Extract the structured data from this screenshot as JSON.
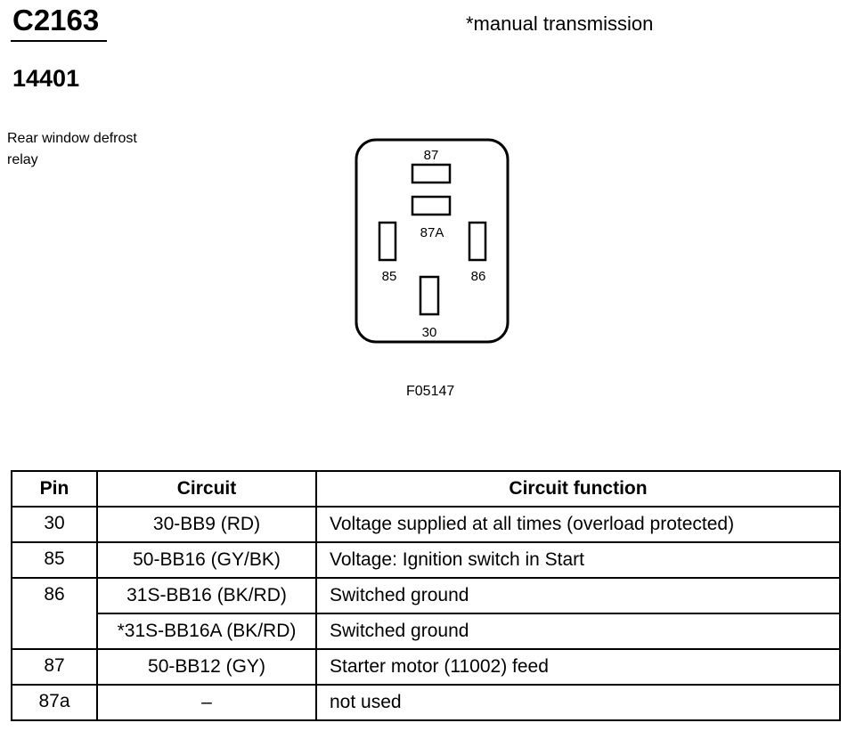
{
  "header": {
    "connector_id": "C2163",
    "part_number": "14401",
    "note": "*manual transmission",
    "description_line1": "Rear window defrost",
    "description_line2": "relay"
  },
  "figure": {
    "code": "F05147",
    "pins": {
      "p87": "87",
      "p87a": "87A",
      "p85": "85",
      "p86": "86",
      "p30": "30"
    }
  },
  "table": {
    "headers": [
      "Pin",
      "Circuit",
      "Circuit function"
    ],
    "rows": [
      {
        "pin": "30",
        "circuit": "30-BB9 (RD)",
        "function": "Voltage supplied at all times (overload protected)"
      },
      {
        "pin": "85",
        "circuit": "50-BB16 (GY/BK)",
        "function": "Voltage: Ignition switch in Start"
      },
      {
        "pin": "86",
        "circuit": "31S-BB16 (BK/RD)",
        "function": "Switched ground"
      },
      {
        "pin": "",
        "circuit": "*31S-BB16A (BK/RD)",
        "function": "Switched ground"
      },
      {
        "pin": "87",
        "circuit": "50-BB12 (GY)",
        "function": "Starter motor (11002) feed"
      },
      {
        "pin": "87a",
        "circuit": "–",
        "function": "not used"
      }
    ]
  }
}
